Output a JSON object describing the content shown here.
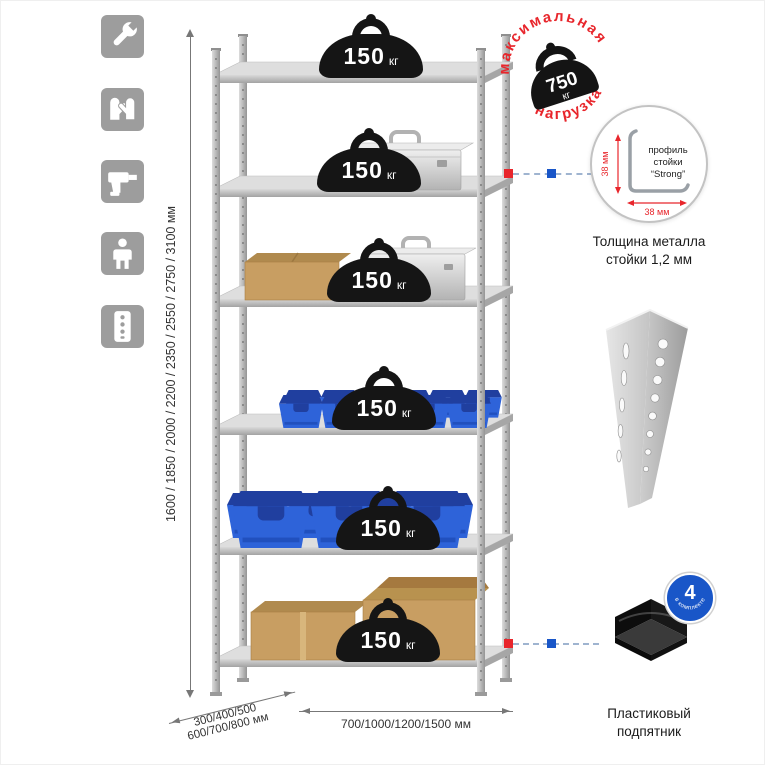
{
  "sidebar": {
    "icons": [
      {
        "name": "wrench"
      },
      {
        "name": "gloves"
      },
      {
        "name": "drill"
      },
      {
        "name": "person"
      },
      {
        "name": "perforated-strip"
      }
    ]
  },
  "dimensions": {
    "height_label": "1600 / 1850 / 2000 / 2200 / 2350 / 2550 / 2750 / 3100 мм",
    "depth_label_1": "300/400/500",
    "depth_label_2": "600/700/800 мм",
    "width_label": "700/1000/1200/1500 мм"
  },
  "rack": {
    "shelf_count": 6,
    "shelf_load_value": "150",
    "shelf_load_unit": "кг"
  },
  "max_load_stamp": {
    "arc_top": "максимальная",
    "arc_bottom": "нагрузка",
    "value": "750",
    "unit": "кг"
  },
  "profile_detail": {
    "label_line1": "профиль",
    "label_line2": "стойки",
    "label_line3": "“Strong”",
    "dim_vertical": "38 мм",
    "dim_horizontal": "38 мм",
    "caption_line1": "Толщина металла",
    "caption_line2": "стойки 1,2 мм"
  },
  "foot_detail": {
    "badge_value": "4",
    "badge_arc": "в комплекте",
    "caption_line1": "Пластиковый",
    "caption_line2": "подпятник"
  },
  "colors": {
    "accent_red": "#e8262c",
    "accent_blue": "#1956c8",
    "icon_tile_gray": "#9d9d9d",
    "bin_blue": "#2e63d9",
    "carton_tan": "#c89e62",
    "weight_black": "#151515",
    "metal_gray": "#c6c6c6"
  }
}
